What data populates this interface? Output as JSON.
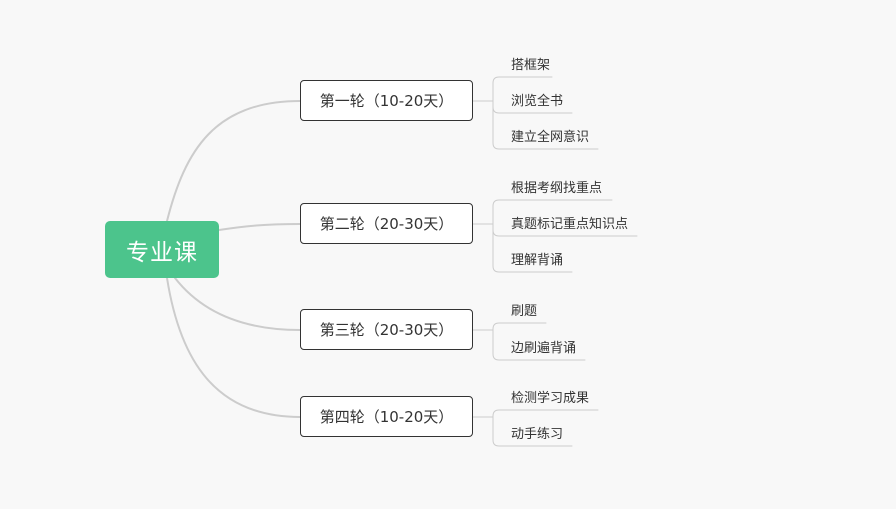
{
  "root": {
    "label": "专业课"
  },
  "branches": [
    {
      "label": "第一轮（10-20天）",
      "leaves": [
        "搭框架",
        "浏览全书",
        "建立全网意识"
      ]
    },
    {
      "label": "第二轮（20-30天）",
      "leaves": [
        "根据考纲找重点",
        "真题标记重点知识点",
        "理解背诵"
      ]
    },
    {
      "label": "第三轮（20-30天）",
      "leaves": [
        "刷题",
        "边刷遍背诵"
      ]
    },
    {
      "label": "第四轮（10-20天）",
      "leaves": [
        "检测学习成果",
        "动手练习"
      ]
    }
  ],
  "colors": {
    "root_fill": "#4cc48c",
    "root_text": "#ffffff",
    "branch_border": "#333333",
    "connector": "#cccccc",
    "background": "#f8f8f8"
  }
}
